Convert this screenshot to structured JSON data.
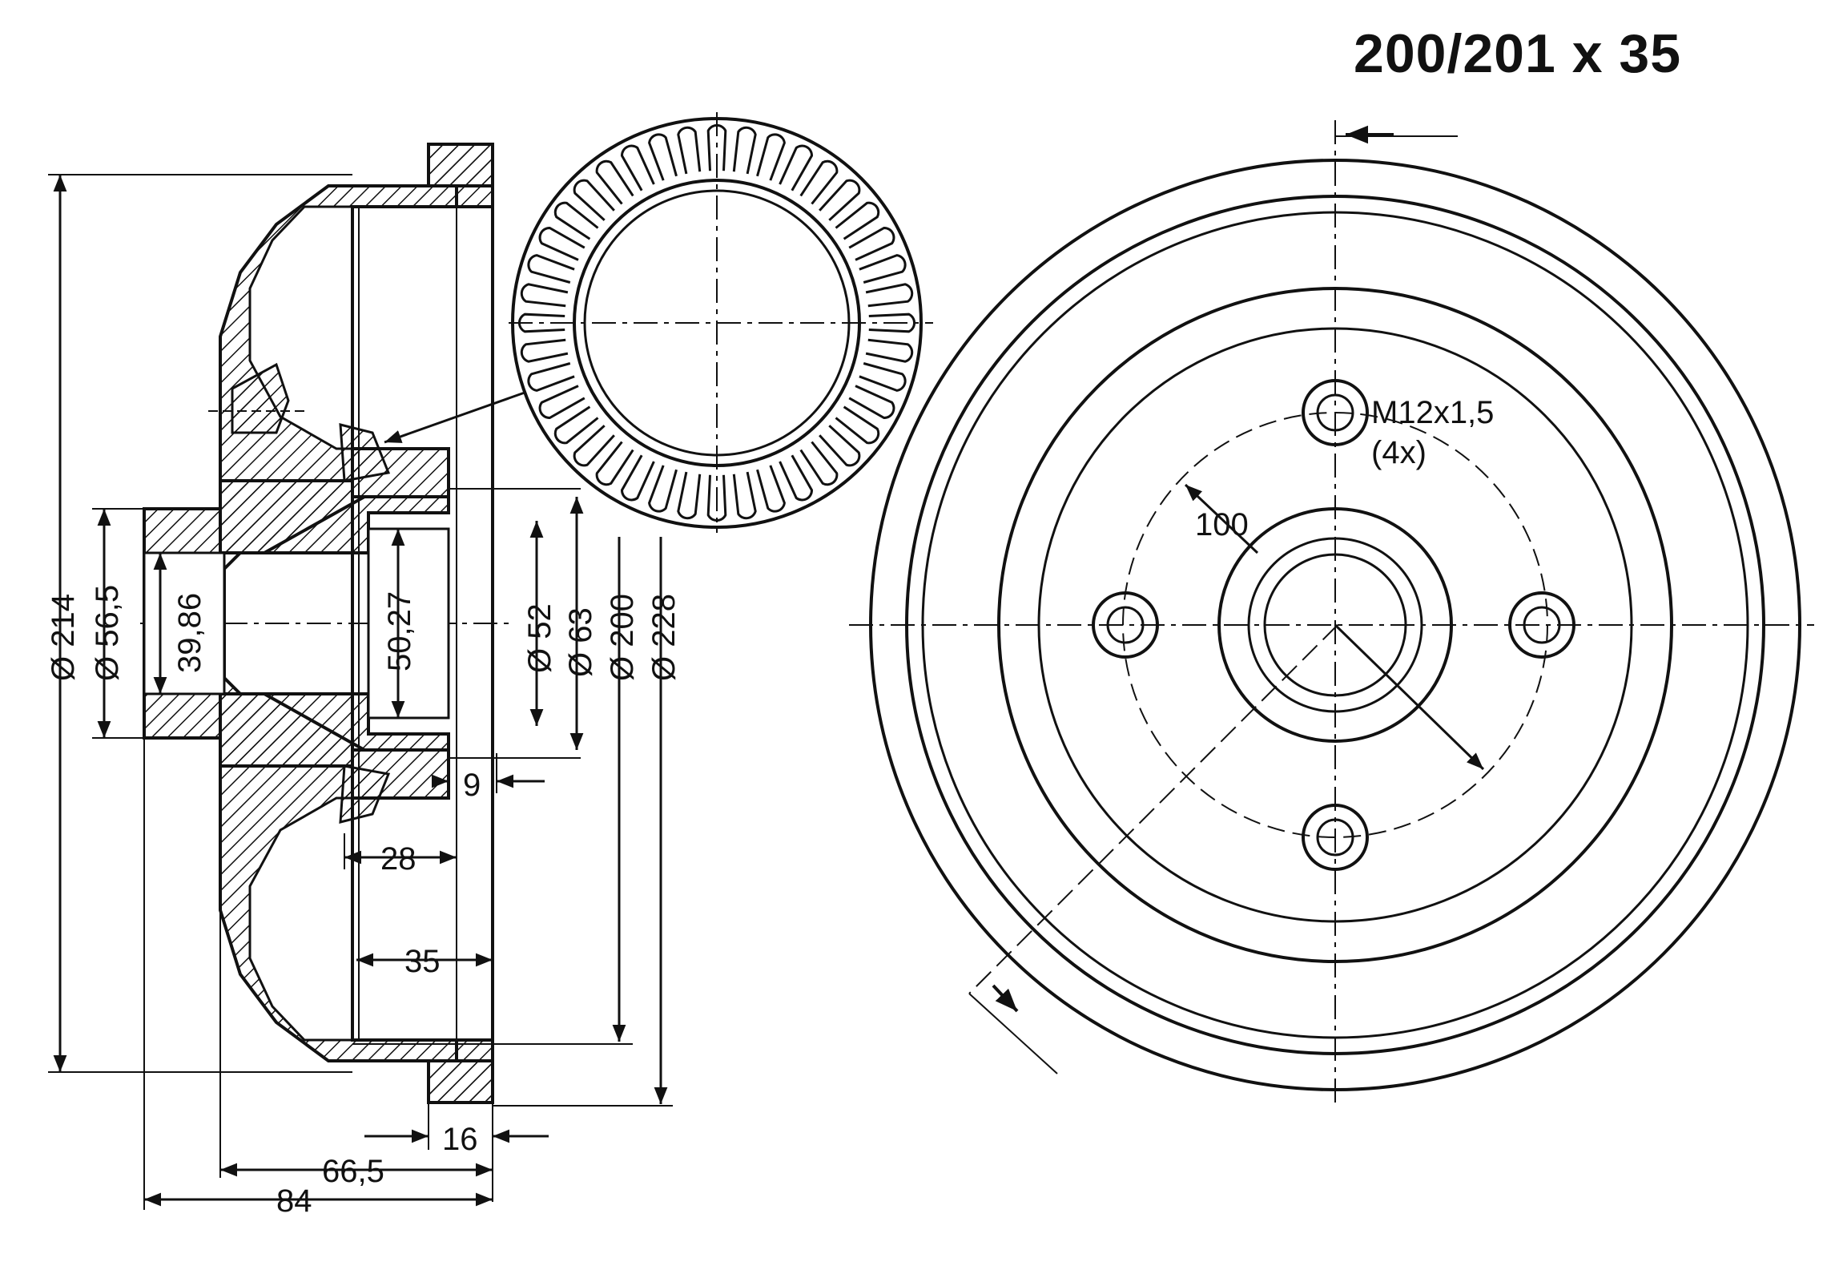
{
  "title": "200/201 x 35",
  "colors": {
    "line": "#111111",
    "background": "#ffffff"
  },
  "dimensions": {
    "d214": "Ø 214",
    "d56_5": "Ø 56,5",
    "v39_86": "39,86",
    "v50_27": "50,27",
    "d52": "Ø 52",
    "d63": "Ø 63",
    "d200": "Ø 200",
    "d228": "Ø 228",
    "v9": "9",
    "v28": "28",
    "v35": "35",
    "v16": "16",
    "v66_5": "66,5",
    "v84": "84"
  },
  "front_view": {
    "thread": "M12x1,5",
    "count": "(4x)",
    "pcd": "100"
  }
}
